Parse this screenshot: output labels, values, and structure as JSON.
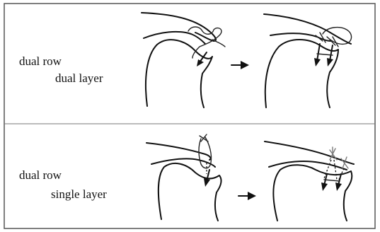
{
  "panels": [
    {
      "line1": "dual row",
      "line2": "dual layer"
    },
    {
      "line1": "dual row",
      "line2": "single layer"
    }
  ],
  "colors": {
    "line": "#111111",
    "frame": "#555555",
    "suture_grey": "#7a7a7a",
    "background": "#ffffff"
  }
}
